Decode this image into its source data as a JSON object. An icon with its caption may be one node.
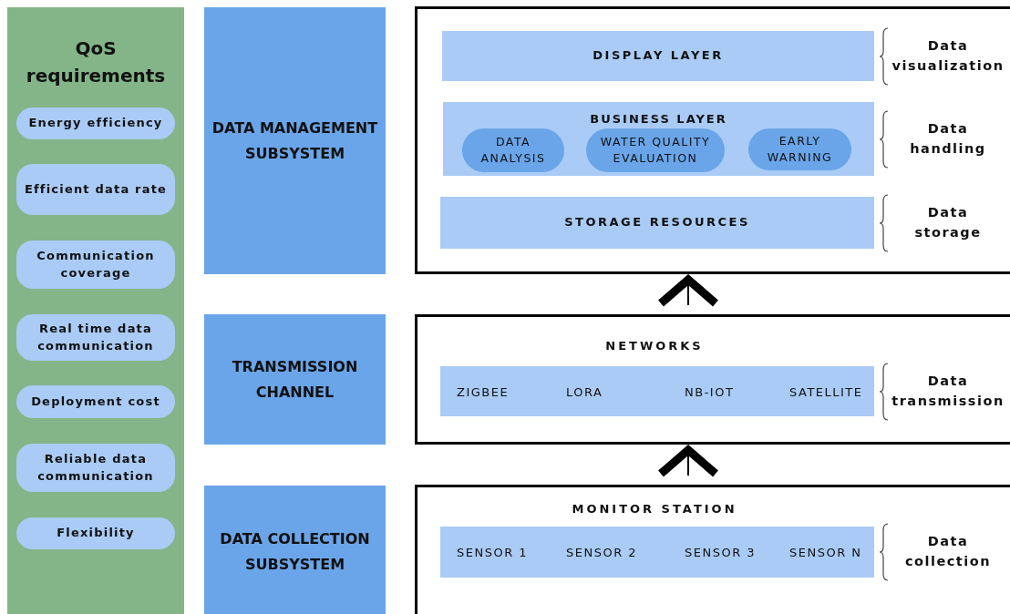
{
  "diagram": {
    "nodes": [
      {
        "text": [
          "QoS requirements"
        ]
      },
      {
        "text": [
          "Energy efficiency"
        ],
        "in": 0
      },
      {
        "text": [
          "Efficient data rate"
        ],
        "in": 0
      },
      {
        "text": [
          "Communication coverage"
        ],
        "in": 0
      },
      {
        "text": [
          "Real time data communication"
        ],
        "in": 0
      },
      {
        "text": [
          "Deployment cost"
        ],
        "in": 0
      },
      {
        "text": [
          "Reliable data communication"
        ],
        "in": 0
      },
      {
        "text": [
          "Flexibility"
        ],
        "in": 0
      },
      {
        "text": [
          "DATA MANAGEMENT SUBSYSTEM"
        ]
      },
      {
        "text": [
          "TRANSMISSION CHANNEL"
        ]
      },
      {
        "text": [
          "DATA COLLECTION SUBSYSTEM"
        ]
      },
      {
        "text": [],
        "shape": "box"
      },
      {
        "text": [
          "DISPLAY LAYER"
        ],
        "in": 11,
        "beside": [
          "Data visualization"
        ]
      },
      {
        "text": [
          "BUSINESS LAYER"
        ],
        "in": 11,
        "beside": [
          "Data handling"
        ]
      },
      {
        "text": [
          "DATA ANALYSIS"
        ],
        "in": 13
      },
      {
        "text": [
          "WATER QUALITY EVALUATION"
        ],
        "in": 13
      },
      {
        "text": [
          "EARLY WARNING"
        ],
        "in": 13
      },
      {
        "text": [
          "STORAGE RESOURCES"
        ],
        "in": 11,
        "beside": [
          "Data storage"
        ]
      },
      {
        "text": [
          "NETWORKS"
        ]
      },
      {
        "text": [
          "ZIGBEE",
          "LORA",
          "NB-IOT",
          "SATELLITE"
        ],
        "in": 18,
        "beside": [
          "Data transmission"
        ]
      },
      {
        "text": [
          "MONITOR STATION"
        ]
      },
      {
        "text": [
          "SENSOR 1",
          "SENSOR 2",
          "SENSOR 3",
          "SENSOR N"
        ],
        "in": 20,
        "beside": [
          "Data collection"
        ]
      }
    ],
    "edges": [
      {
        "from": 18,
        "to": 11,
        "arrow": "to"
      },
      {
        "from": 20,
        "to": 18,
        "arrow": "to"
      }
    ]
  }
}
